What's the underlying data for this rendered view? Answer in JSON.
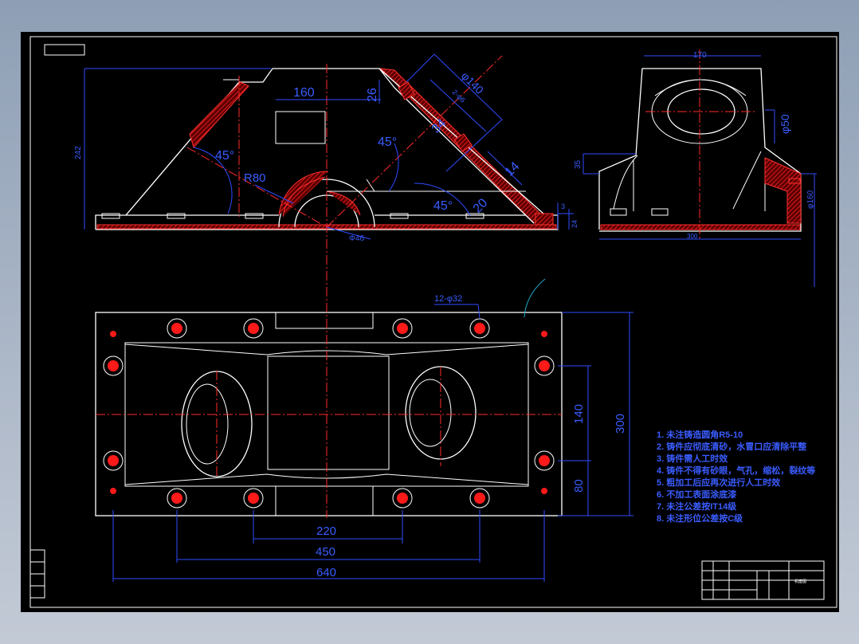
{
  "dimensions": {
    "d160": "160",
    "d26": "26",
    "d242": "242",
    "d45a": "45°",
    "d45b": "45°",
    "d45c": "45°",
    "r80": "R80",
    "d846": "Φ46",
    "d34": "34",
    "d20": "20",
    "d14": "14",
    "d140c": "φ140",
    "d2phi": "2-φ6",
    "d3": "3",
    "d24": "24",
    "d170": "170",
    "d50": "φ50",
    "d35": "35",
    "d300s": "300",
    "d160s": "φ160",
    "holes": "12-φ32",
    "d220": "220",
    "d450": "450",
    "d640": "640",
    "d140": "140",
    "d300": "300",
    "d80": "80"
  },
  "notes": [
    "1. 未注铸造圆角R5-10",
    "2. 铸件应彻底清砂，水冒口应清除平整",
    "3. 铸件需人工时效",
    "4. 铸件不得有砂眼，气孔，缩松，裂纹等",
    "5. 粗加工后应再次进行人工时效",
    "6. 不加工表面涂底漆",
    "7. 未注公差按IT14级",
    "8. 未注形位公差按C级"
  ],
  "title_block": {
    "part_name": "机座图"
  },
  "colors": {
    "background": "#000000",
    "outline": "#ffffff",
    "centerline": "#ff2a2a",
    "dimension": "#2f4bff",
    "hole_fill": "#ff1a1a",
    "window_bg": "#9aa8bb"
  }
}
